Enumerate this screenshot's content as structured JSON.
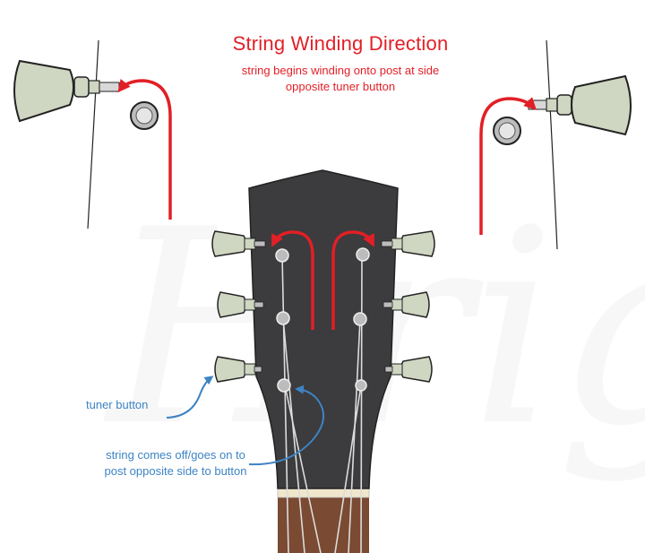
{
  "title": "String Winding Direction",
  "subtitle_lines": [
    "string begins winding onto post at side",
    "opposite tuner button"
  ],
  "callouts": {
    "tuner_button": "tuner button",
    "string_side_lines": [
      "string comes off/goes on to",
      "post opposite side to button"
    ]
  },
  "colors": {
    "red": "#e21f26",
    "blue": "#3e83c4",
    "headstock": "#3c3b3d",
    "tuner_button": "#cfd6c1",
    "post": "#bcbcbc",
    "fretboard": "#7a4a32",
    "nut": "#efe6cc",
    "watermark": "#f2f2f2"
  },
  "icons": {
    "tuner_button_icon": "tuner-button-icon",
    "tuner_post_icon": "tuner-post-icon",
    "winding_arrow": "curved-arrow-icon"
  },
  "watermark_text": "Hrige"
}
